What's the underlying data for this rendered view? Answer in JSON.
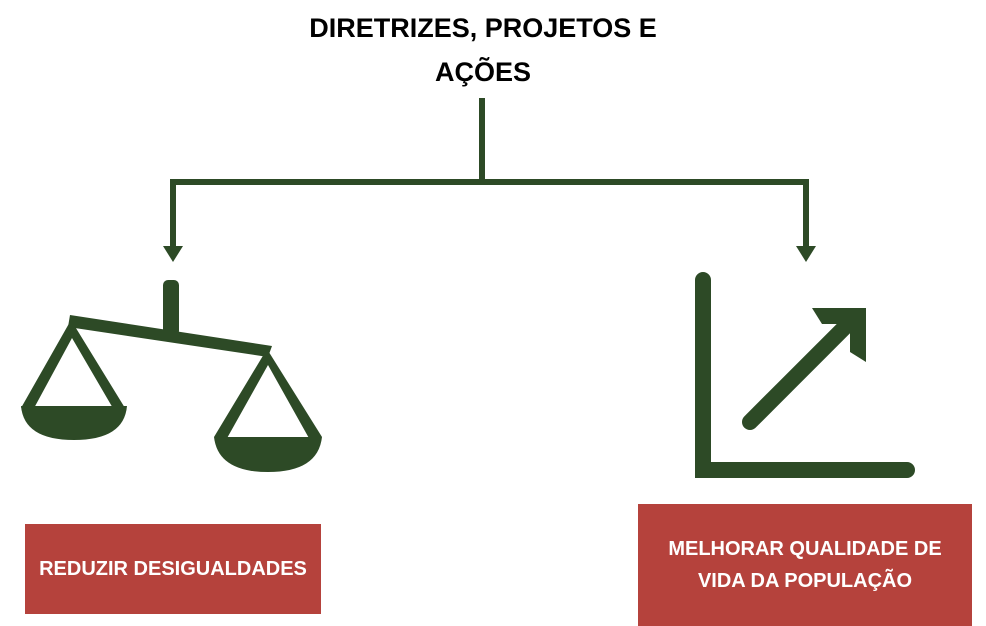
{
  "header": {
    "title": "DIRETRIZES, PROJETOS E AÇÕES"
  },
  "branches": [
    {
      "label": "REDUZIR DESIGUALDADES",
      "icon": "scales-icon"
    },
    {
      "label": "MELHORAR QUALIDADE DE VIDA DA POPULAÇÃO",
      "icon": "growth-chart-icon"
    }
  ],
  "colors": {
    "line": "#2d4a26",
    "box": "#b5423c",
    "box_text": "#ffffff",
    "title_text": "#000000"
  }
}
